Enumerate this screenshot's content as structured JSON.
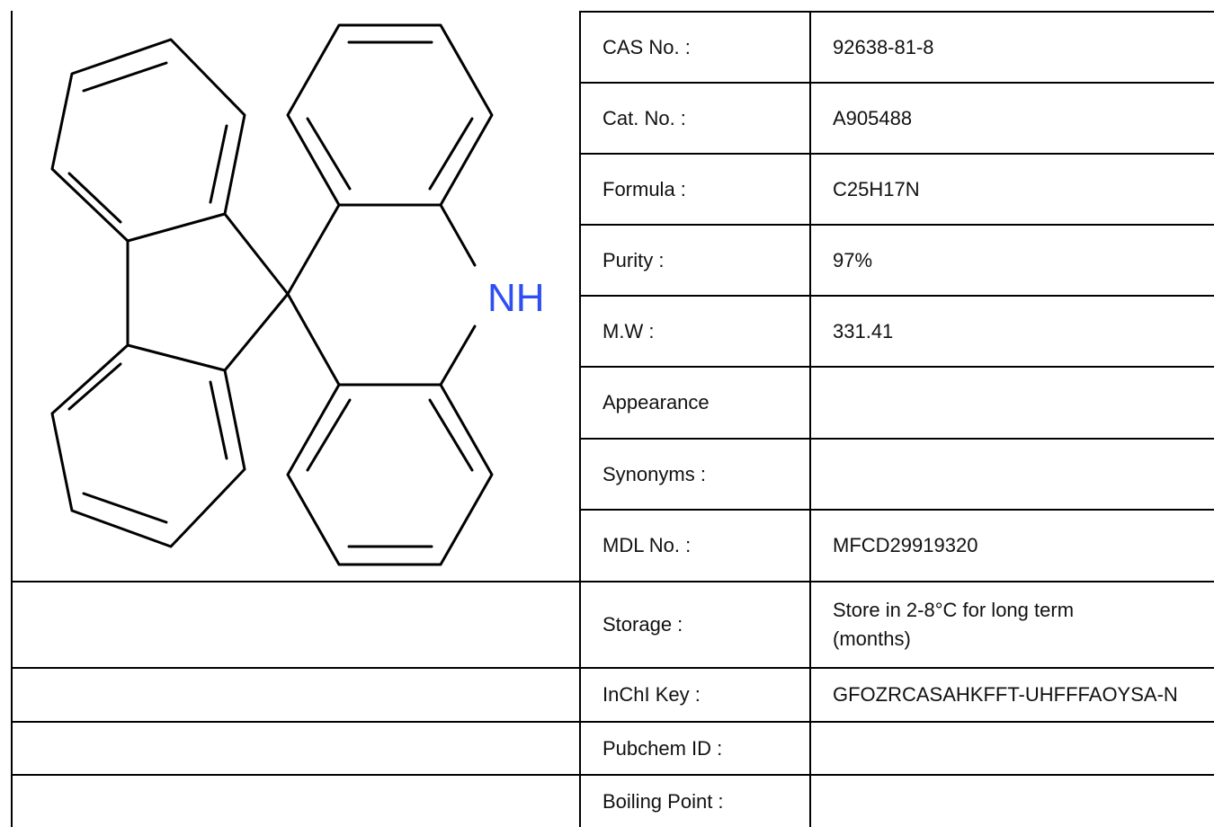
{
  "structure": {
    "atom_label": "NH",
    "atom_color": "#2f4ff1"
  },
  "properties": [
    {
      "label": "CAS No. :",
      "value": "92638-81-8"
    },
    {
      "label": "Cat. No. :",
      "value": "A905488"
    },
    {
      "label": "Formula :",
      "value": "C25H17N"
    },
    {
      "label": "Purity :",
      "value": "97%"
    },
    {
      "label": "M.W :",
      "value": "331.41"
    },
    {
      "label": "Appearance",
      "value": ""
    },
    {
      "label": "Synonyms :",
      "value": ""
    },
    {
      "label": "MDL No. :",
      "value": "MFCD29919320"
    },
    {
      "label": "Storage :",
      "value": "Store in 2-8°C for long term (months)"
    },
    {
      "label": "InChI Key :",
      "value": "GFOZRCASAHKFFT-UHFFFAOYSA-N"
    },
    {
      "label": "Pubchem ID :",
      "value": ""
    },
    {
      "label": "Boiling Point :",
      "value": ""
    }
  ]
}
